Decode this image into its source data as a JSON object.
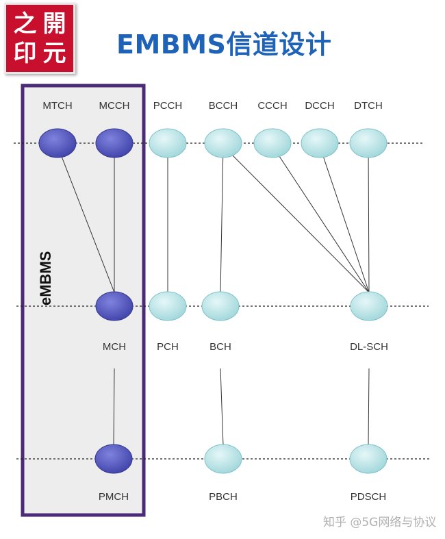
{
  "logo": {
    "chars": [
      "之",
      "開",
      "印",
      "元"
    ]
  },
  "title": "EMBMS信道设计",
  "group_label": "eMBMS",
  "watermark": "知乎 @5G网络与协议",
  "colors": {
    "mbms_node": "#4a4db5",
    "regular_node": "#a9dde0",
    "group_border": "#4b2a78",
    "group_fill": "#ededed",
    "title": "#1e63b8"
  },
  "layers": [
    {
      "name": "logical",
      "nodes": [
        {
          "id": "MTCH",
          "label": "MTCH",
          "group": "mbms"
        },
        {
          "id": "MCCH",
          "label": "MCCH",
          "group": "mbms"
        },
        {
          "id": "PCCH",
          "label": "PCCH",
          "group": "regular"
        },
        {
          "id": "BCCH",
          "label": "BCCH",
          "group": "regular"
        },
        {
          "id": "CCCH",
          "label": "CCCH",
          "group": "regular"
        },
        {
          "id": "DCCH",
          "label": "DCCH",
          "group": "regular"
        },
        {
          "id": "DTCH",
          "label": "DTCH",
          "group": "regular"
        }
      ]
    },
    {
      "name": "transport",
      "nodes": [
        {
          "id": "MCH",
          "label": "MCH",
          "group": "mbms"
        },
        {
          "id": "PCH",
          "label": "PCH",
          "group": "regular"
        },
        {
          "id": "BCH",
          "label": "BCH",
          "group": "regular"
        },
        {
          "id": "DL-SCH",
          "label": "DL-SCH",
          "group": "regular"
        }
      ]
    },
    {
      "name": "physical",
      "nodes": [
        {
          "id": "PMCH",
          "label": "PMCH",
          "group": "mbms"
        },
        {
          "id": "PBCH",
          "label": "PBCH",
          "group": "regular"
        },
        {
          "id": "PDSCH",
          "label": "PDSCH",
          "group": "regular"
        }
      ]
    }
  ],
  "edges": [
    [
      "MTCH",
      "MCH"
    ],
    [
      "MCCH",
      "MCH"
    ],
    [
      "PCCH",
      "PCH"
    ],
    [
      "BCCH",
      "BCH"
    ],
    [
      "BCCH",
      "DL-SCH"
    ],
    [
      "CCCH",
      "DL-SCH"
    ],
    [
      "DCCH",
      "DL-SCH"
    ],
    [
      "DTCH",
      "DL-SCH"
    ],
    [
      "MCH",
      "PMCH"
    ],
    [
      "BCH",
      "PBCH"
    ],
    [
      "DL-SCH",
      "PDSCH"
    ]
  ]
}
